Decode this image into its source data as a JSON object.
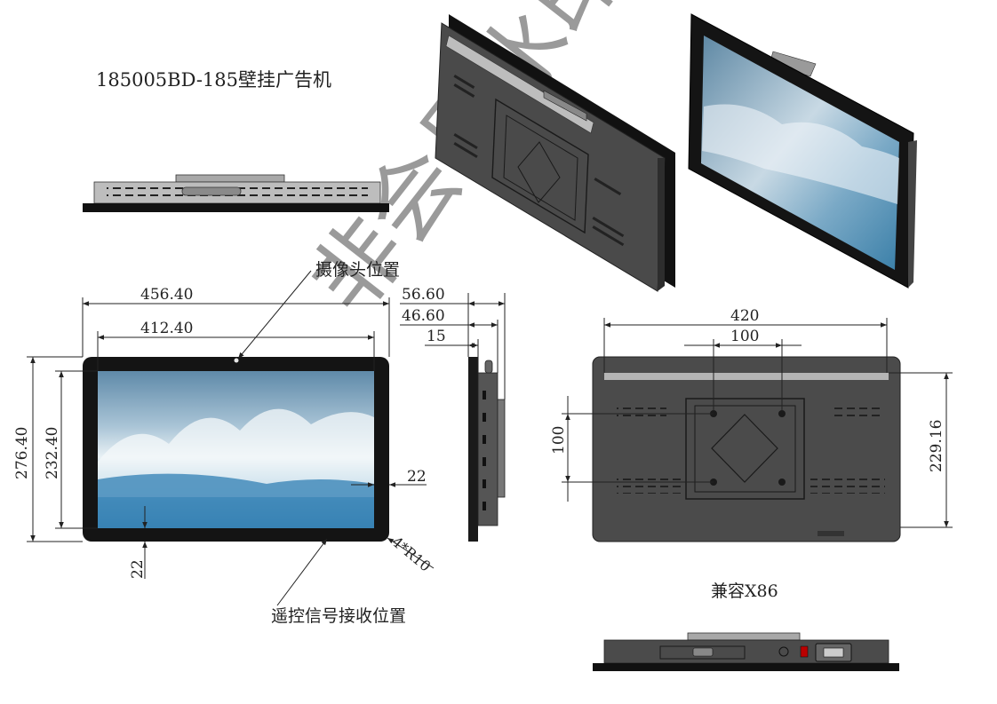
{
  "title": "185005BD-185壁挂广告机",
  "watermark": "非会员水印",
  "front_view": {
    "width_outer": "456.40",
    "width_inner": "412.40",
    "height_outer": "276.40",
    "height_inner": "232.40",
    "border_right": "22",
    "border_bottom": "22",
    "corner_radius": "4*R10",
    "camera_label": "摄像头位置",
    "remote_label": "遥控信号接收位置"
  },
  "side_view": {
    "depth_total": "56.60",
    "depth_body": "46.60",
    "depth_bezel": "15"
  },
  "rear_view": {
    "width": "420",
    "vesa_width": "100",
    "vesa_height": "100",
    "height": "229.16",
    "compatibility_label": "兼容X86"
  },
  "colors": {
    "bezel": "#141414",
    "housing": "#4a4a4a",
    "housing_dark": "#2e2e2e",
    "sheet_metal": "#b9b9b9",
    "screen_sky": "#8fb3cc",
    "screen_sea": "#2f78aa"
  }
}
